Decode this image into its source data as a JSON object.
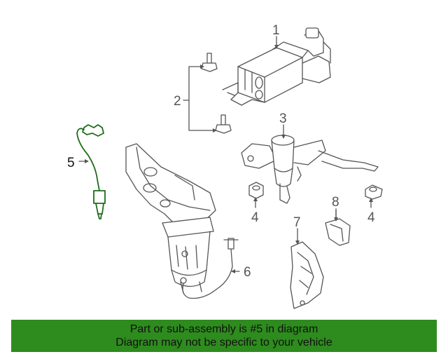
{
  "callouts": {
    "c1": "1",
    "c2": "2",
    "c3": "3",
    "c4a": "4",
    "c4b": "4",
    "c5": "5",
    "c6": "6",
    "c7": "7",
    "c8": "8"
  },
  "banner": {
    "line1": "Part or sub-assembly is #5 in diagram",
    "line2": "Diagram may not be specific to your vehicle"
  },
  "colors": {
    "banner_bg": "#2e8b1e",
    "highlight_part": "#1f6b1a",
    "line_art": "#555555"
  }
}
